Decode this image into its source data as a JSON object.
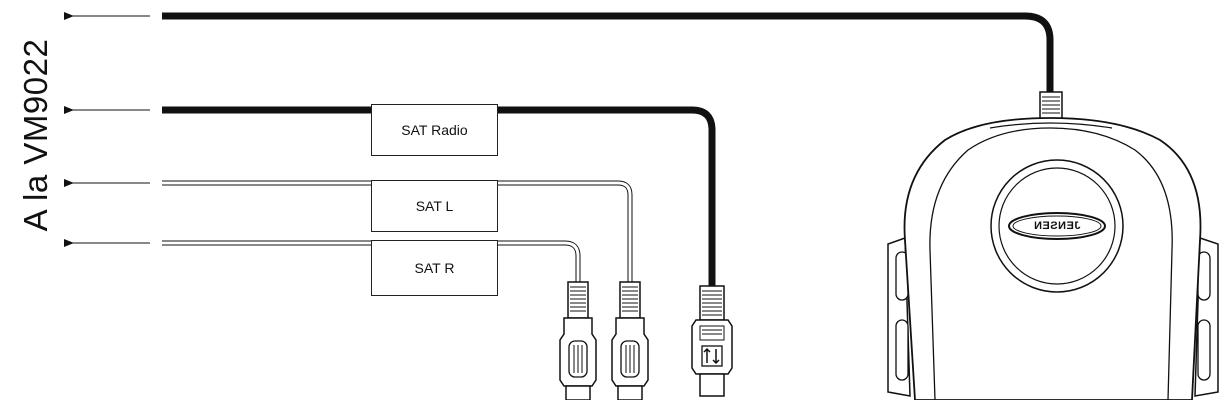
{
  "title": "A la VM9022",
  "labels": {
    "sat_radio": "SAT Radio",
    "sat_l": "SAT L",
    "sat_r": "SAT R"
  },
  "device": {
    "brand": "JENSEN"
  },
  "icons": {
    "arrow": "left-arrow-icon",
    "connector": "connector-icon"
  },
  "colors": {
    "line": "#111111",
    "background": "#ffffff"
  }
}
